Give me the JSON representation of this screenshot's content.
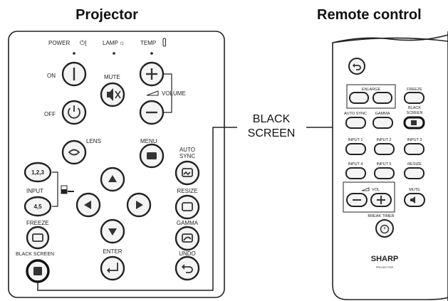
{
  "headings": {
    "projector": "Projector",
    "remote": "Remote control"
  },
  "callout": {
    "line1": "BLACK",
    "line2": "SCREEN"
  },
  "projector": {
    "power": "POWER",
    "lamp": "LAMP",
    "temp": "TEMP",
    "on": "ON",
    "off": "OFF",
    "mute": "MUTE",
    "volume": "VOLUME",
    "lens": "LENS",
    "menu": "MENU",
    "auto_sync_1": "AUTO",
    "auto_sync_2": "SYNC",
    "input_123": "1,2,3",
    "input": "INPUT",
    "input_45": "4,5",
    "resize": "RESIZE",
    "freeze": "FREEZE",
    "gamma": "GAMMA",
    "black_screen": "BLACK SCREEN",
    "enter": "ENTER",
    "undo": "UNDO"
  },
  "remote": {
    "enlarge": "ENLARGE",
    "freeze": "FREEZE",
    "auto_sync": "AUTO SYNC",
    "gamma": "GAMMA",
    "black_1": "BLACK",
    "black_2": "SCREEN",
    "input1": "INPUT 1",
    "input2": "INPUT 2",
    "input3": "INPUT 3",
    "input4": "INPUT 4",
    "input5": "INPUT 5",
    "resize": "RESIZE",
    "vol": "VOL",
    "mute": "MUTE",
    "break_timer": "BREAK TIMER",
    "brand": "SHARP",
    "model": "PROJECTOR"
  }
}
